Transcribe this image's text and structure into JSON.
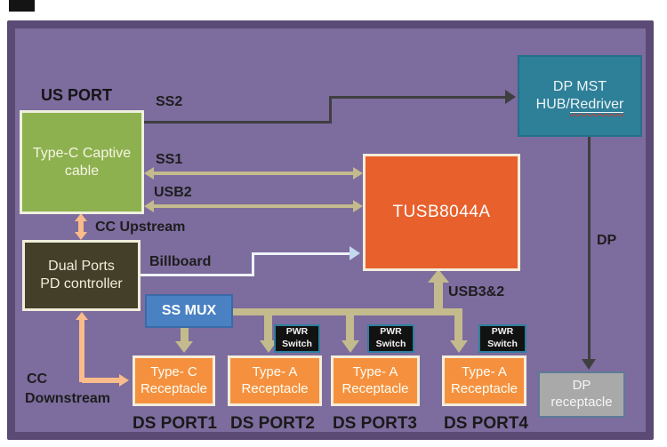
{
  "diagram": {
    "us_port_label": "US PORT",
    "blocks": {
      "typec_cable": {
        "line1": "Type-C Captive",
        "line2": "cable"
      },
      "pd_controller": {
        "line1": "Dual Ports",
        "line2": "PD controller"
      },
      "tusb": {
        "label": "TUSB8044A"
      },
      "dp_mst": {
        "line1": "DP MST",
        "line2_prefix": "HUB/",
        "line2_word": "Redriver"
      },
      "ss_mux": {
        "label": "SS MUX"
      },
      "pwr_switch": {
        "line1": "PWR",
        "line2": "Switch"
      },
      "dp_receptacle": {
        "line1": "DP",
        "line2": "receptacle"
      }
    },
    "receptacles": [
      {
        "line1": "Type- C",
        "line2": "Receptacle"
      },
      {
        "line1": "Type- A",
        "line2": "Receptacle"
      },
      {
        "line1": "Type- A",
        "line2": "Receptacle"
      },
      {
        "line1": "Type- A",
        "line2": "Receptacle"
      }
    ],
    "ds_ports": [
      "DS PORT1",
      "DS PORT2",
      "DS PORT3",
      "DS PORT4"
    ],
    "net_labels": {
      "ss2": "SS2",
      "ss1": "SS1",
      "usb2": "USB2",
      "cc_upstream": "CC Upstream",
      "billboard": "Billboard",
      "usb3_2": "USB3&2",
      "dp": "DP",
      "cc_downstream_line1": "CC",
      "cc_downstream_line2": "Downstream"
    },
    "colors": {
      "background": "#7d6c9e",
      "frame_border": "#5a4a75",
      "typec_cable_green": "#8db14f",
      "pd_controller_olive": "#433f29",
      "tusb_orange": "#e8602c",
      "receptacle_orange": "#f5913e",
      "dp_mst_teal": "#2e7f98",
      "ss_mux_blue": "#4a81c2",
      "dp_receptacle_gray": "#a9a9a9",
      "pwr_switch_black": "#121212",
      "tan_line": "#c3bb8d",
      "orange_cc_line": "#f9bc8a",
      "billboard_line_white": "#eef2f8",
      "dark_line": "#3f3f3f",
      "cream_border": "#f0eedd"
    }
  }
}
